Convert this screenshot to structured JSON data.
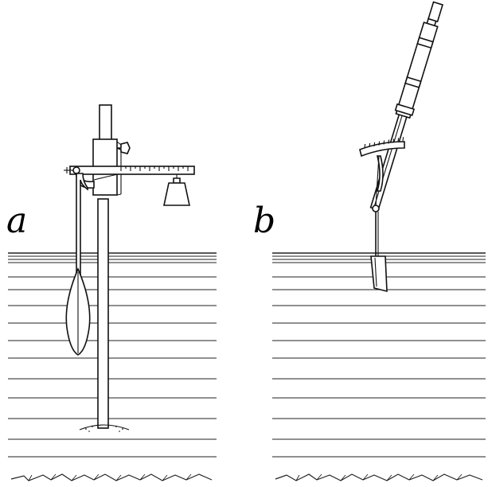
{
  "figure": {
    "panels": [
      {
        "label": "a",
        "instrument": "weighted-lever-meter"
      },
      {
        "label": "b",
        "instrument": "inclined-rod-meter"
      }
    ]
  },
  "colors": {
    "ink": "#111111",
    "background": "#ffffff"
  }
}
